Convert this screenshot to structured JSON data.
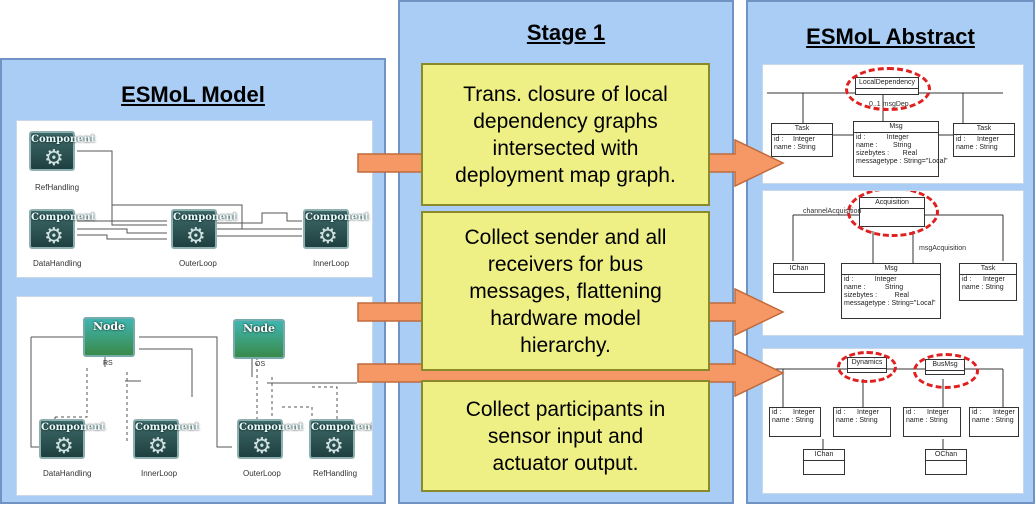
{
  "left": {
    "title": "ESMoL Model",
    "components": {
      "label": "Component"
    },
    "top_labels": [
      "RefHandling",
      "DataHandling",
      "OuterLoop",
      "InnerLoop"
    ],
    "bottom_labels": [
      "DataHandling",
      "InnerLoop",
      "OuterLoop",
      "RefHandling"
    ],
    "node_label": "Node",
    "rs_label": "RS",
    "os_label": "OS"
  },
  "middle": {
    "title": "Stage 1",
    "box1": "Trans. closure of local\ndependency graphs\nintersected with\ndeployment map graph.",
    "box2": "Collect sender and all\nreceivers for bus\nmessages, flattening\nhardware model\nhierarchy.",
    "box3": "Collect participants in\nsensor input and\nactuator output."
  },
  "right": {
    "title": "ESMoL Abstract",
    "d1": {
      "top_class": "LocalDependency",
      "msg_class": "Msg",
      "msg_attrs": "id :           Integer\nname :        String\nsizebytes :       Real\nmessagetype : String=\"Local\"",
      "left_class_attrs": "id :     Integer\nname : String",
      "right_class_attrs": "id :      Integer\nname : String",
      "left_title": "Task",
      "right_title": "Task",
      "msg_dep": "0..1 msgDep"
    },
    "d2": {
      "top_class": "Acquisition",
      "msg_class": "Msg",
      "msg_attrs": "id :           Integer\nname :          String\nsizebytes :         Real\nmessagetype : String=\"Local\"",
      "left_class": "IChan",
      "task_class": "Task",
      "task_attrs": "id :      Integer\nname : String",
      "chan_label": "channelAcquisition",
      "msg_label": "msgAcquisition"
    },
    "d3": {
      "class_a": "Dynamics",
      "class_b": "BusMsg",
      "bottom_a": "IChan",
      "bottom_b": "OChan",
      "attrs": "id :      Integer\nname : String"
    }
  }
}
